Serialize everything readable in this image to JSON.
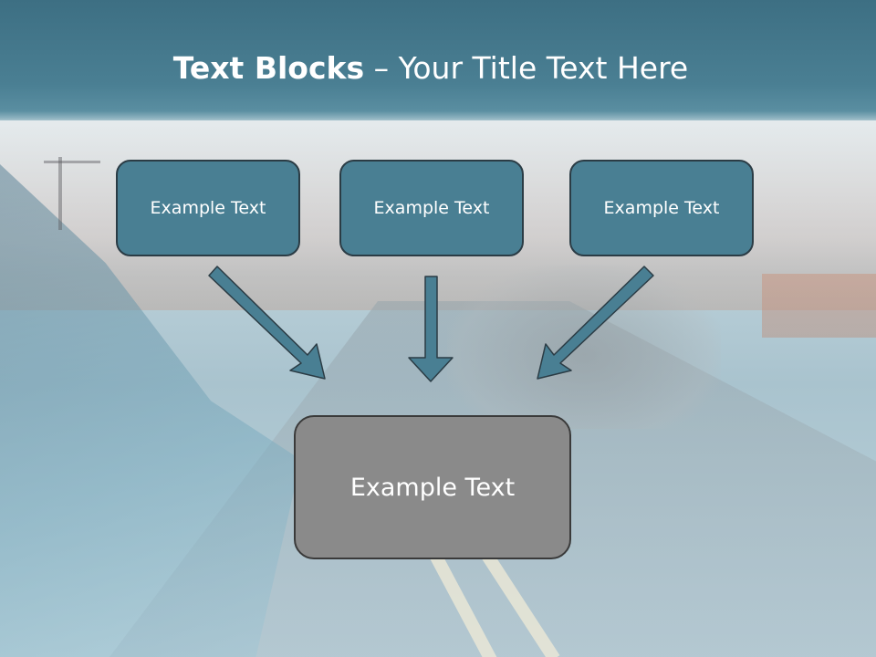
{
  "slide": {
    "title_bold": "Text Blocks",
    "title_rest": " – Your Title Text Here",
    "top_boxes": [
      {
        "label": "Example Text"
      },
      {
        "label": "Example Text"
      },
      {
        "label": "Example Text"
      }
    ],
    "bottom_box": {
      "label": "Example Text"
    }
  },
  "colors": {
    "title_band": "#4a7f93",
    "top_box_fill": "#497f93",
    "bottom_box_fill": "#8a8a8a",
    "arrow_fill": "#497f93",
    "box_border": "#2b3c45"
  }
}
